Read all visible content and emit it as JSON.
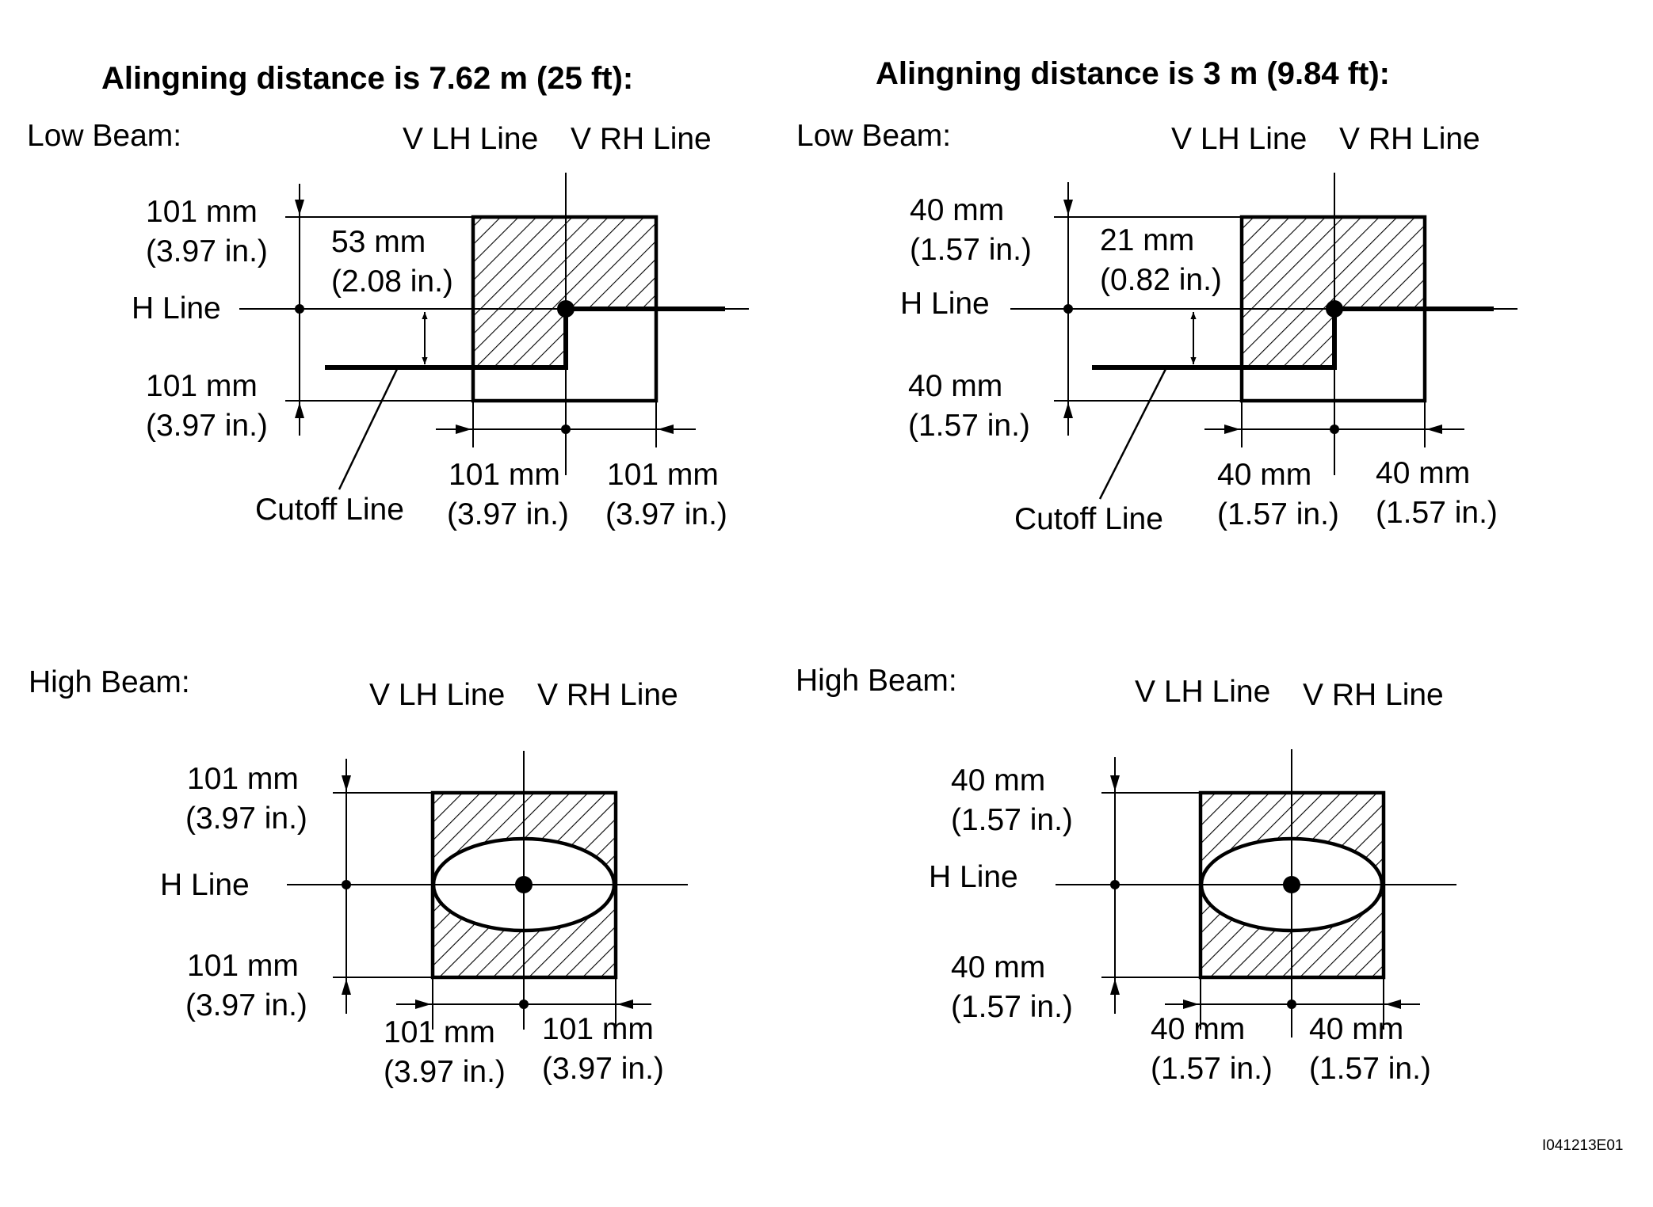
{
  "panels": {
    "left_title": "Alingning distance is 7.62 m (25 ft):",
    "right_title": "Alingning distance is 3 m (9.84 ft):",
    "figure_code": "I041213E01"
  },
  "low_left": {
    "beam": "Low Beam:",
    "v_lh": "V LH Line",
    "v_rh": "V RH Line",
    "h_line": "H Line",
    "upper_mm": "101 mm",
    "upper_in": "(3.97 in.)",
    "lower_mm": "101 mm",
    "lower_in": "(3.97 in.)",
    "drop_mm": "53 mm",
    "drop_in": "(2.08 in.)",
    "cutoff": "Cutoff Line",
    "left_mm": "101 mm",
    "left_in": "(3.97 in.)",
    "right_mm": "101 mm",
    "right_in": "(3.97 in.)"
  },
  "low_right": {
    "beam": "Low Beam:",
    "v_lh": "V LH Line",
    "v_rh": "V RH Line",
    "h_line": "H Line",
    "upper_mm": "40 mm",
    "upper_in": "(1.57 in.)",
    "lower_mm": "40 mm",
    "lower_in": "(1.57 in.)",
    "drop_mm": "21 mm",
    "drop_in": "(0.82 in.)",
    "cutoff": "Cutoff Line",
    "left_mm": "40 mm",
    "left_in": "(1.57 in.)",
    "right_mm": "40 mm",
    "right_in": "(1.57 in.)"
  },
  "high_left": {
    "beam": "High Beam:",
    "v_lh": "V LH Line",
    "v_rh": "V RH Line",
    "h_line": "H Line",
    "upper_mm": "101 mm",
    "upper_in": "(3.97 in.)",
    "lower_mm": "101 mm",
    "lower_in": "(3.97 in.)",
    "left_mm": "101 mm",
    "left_in": "(3.97 in.)",
    "right_mm": "101 mm",
    "right_in": "(3.97 in.)"
  },
  "high_right": {
    "beam": "High Beam:",
    "v_lh": "V LH Line",
    "v_rh": "V RH Line",
    "h_line": "H Line",
    "upper_mm": "40 mm",
    "upper_in": "(1.57 in.)",
    "lower_mm": "40 mm",
    "lower_in": "(1.57 in.)",
    "left_mm": "40 mm",
    "left_in": "(1.57 in.)",
    "right_mm": "40 mm",
    "right_in": "(1.57 in.)"
  }
}
